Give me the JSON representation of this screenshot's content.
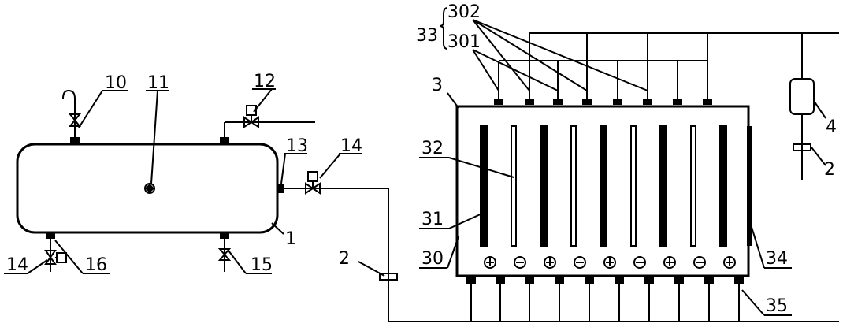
{
  "labels": {
    "l10": "10",
    "l11": "11",
    "l12": "12",
    "l13": "13",
    "l14a": "14",
    "l14b": "14",
    "l15": "15",
    "l16": "16",
    "l1": "1",
    "l2a": "2",
    "l2b": "2",
    "l3": "3",
    "l4": "4",
    "l30": "30",
    "l31": "31",
    "l32": "32",
    "l33": "33",
    "l34": "34",
    "l35": "35",
    "l301": "301",
    "l302": "302"
  },
  "electrode_polarity": [
    "+",
    "-",
    "+",
    "-",
    "+",
    "-",
    "+",
    "-",
    "+"
  ],
  "colors": {
    "line": "#000000",
    "background": "#ffffff"
  }
}
